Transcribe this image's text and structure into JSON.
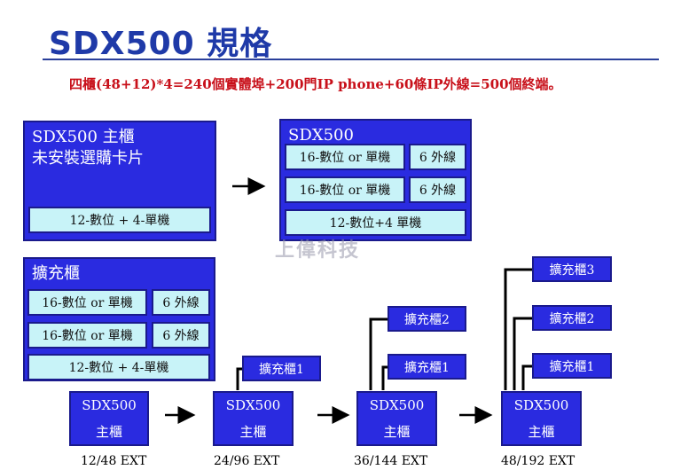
{
  "title": "SDX500 規格",
  "subtitle": "四櫃(48+12)*4=240個實體埠+200門IP phone+60條IP外線=500個終端。",
  "watermark": "上偉科技",
  "main_cabinet": {
    "title_line1": "SDX500 主櫃",
    "title_line2": "未安裝選購卡片",
    "slot": "12-數位 + 4-單機"
  },
  "loaded_cabinet": {
    "title": "SDX500",
    "rows": [
      {
        "card": "16-數位 or 單機",
        "trunk": "6 外線"
      },
      {
        "card": "16-數位 or 單機",
        "trunk": "6 外線"
      }
    ],
    "base": "12-數位+4 單機"
  },
  "expansion_cabinet": {
    "title": "擴充櫃",
    "rows": [
      {
        "card": "16-數位 or 單機",
        "trunk": "6 外線"
      },
      {
        "card": "16-數位 or 單機",
        "trunk": "6 外線"
      }
    ],
    "base": "12-數位 + 4-單機"
  },
  "configs": [
    {
      "line1": "SDX500",
      "line2": "主櫃",
      "ext": "12/48 EXT",
      "expansions": []
    },
    {
      "line1": "SDX500",
      "line2": "主櫃",
      "ext": "24/96 EXT",
      "expansions": [
        "擴充櫃1"
      ]
    },
    {
      "line1": "SDX500",
      "line2": "主櫃",
      "ext": "36/144 EXT",
      "expansions": [
        "擴充櫃1",
        "擴充櫃2"
      ]
    },
    {
      "line1": "SDX500",
      "line2": "主櫃",
      "ext": "48/192 EXT",
      "expansions": [
        "擴充櫃1",
        "擴充櫃2",
        "擴充櫃3"
      ]
    }
  ]
}
